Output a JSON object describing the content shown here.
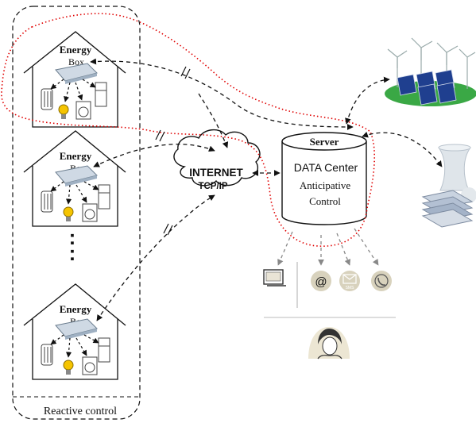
{
  "houses": [
    {
      "title_line1": "Energy",
      "title_line2": "Box"
    },
    {
      "title_line1": "Energy",
      "title_line2": "Box"
    },
    {
      "title_line1": "Energy",
      "title_line2": "Box"
    }
  ],
  "house_ellipsis": ":",
  "group_label": "Reactive control",
  "internet": {
    "line1": "INTERNET",
    "line2": "TCP/IP"
  },
  "server": {
    "title": "Server",
    "line1": "DATA Center",
    "line2": "Anticipative",
    "line3": "Control"
  },
  "contact_icons": [
    "computer-icon",
    "email-icon",
    "sms-icon",
    "phone-icon"
  ],
  "sms_text": "SMS",
  "email_symbol": "@",
  "colors": {
    "highlight_boundary": "#e00000",
    "dashed_links": "#111111",
    "contact_links": "#888888",
    "solar_panel": "#1f3f8f",
    "grass": "#3aa845"
  }
}
